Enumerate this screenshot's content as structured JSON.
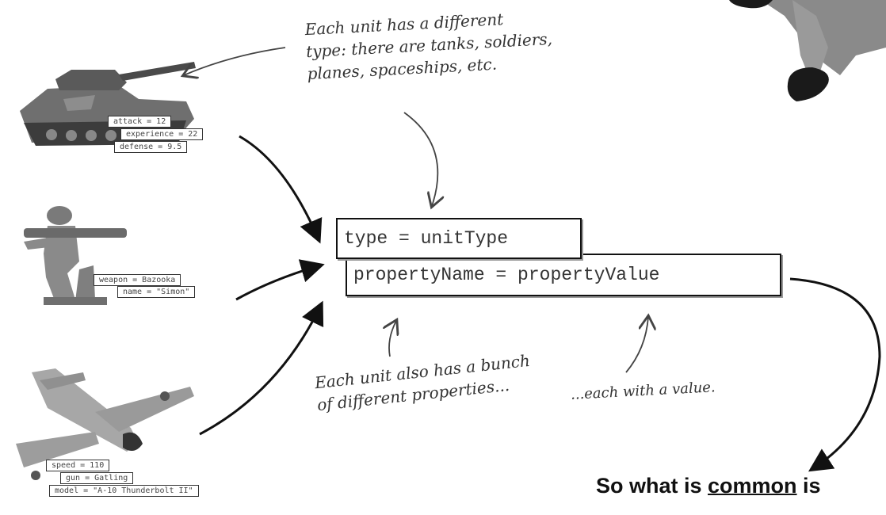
{
  "annotations": {
    "unit_type_note": [
      "Each unit has a different",
      "type: there are tanks, soldiers,",
      "planes, spaceships, etc."
    ],
    "properties_note": [
      "Each unit also has a bunch",
      "of different properties..."
    ],
    "value_note": "...each with a value."
  },
  "code": {
    "type_line": "type = unitType",
    "property_line": "propertyName = propertyValue"
  },
  "units": {
    "tank": {
      "name": "tank",
      "properties": [
        "attack = 12",
        "experience = 22",
        "defense = 9.5"
      ]
    },
    "soldier": {
      "name": "soldier",
      "properties": [
        "weapon = Bazooka",
        "name = \"Simon\""
      ]
    },
    "plane": {
      "name": "plane",
      "properties": [
        "speed = 110",
        "gun = Gatling",
        "model = \"A-10 Thunderbolt II\""
      ]
    }
  },
  "footer": {
    "prefix": "So what is ",
    "emphasis": "common",
    "suffix": " is"
  }
}
